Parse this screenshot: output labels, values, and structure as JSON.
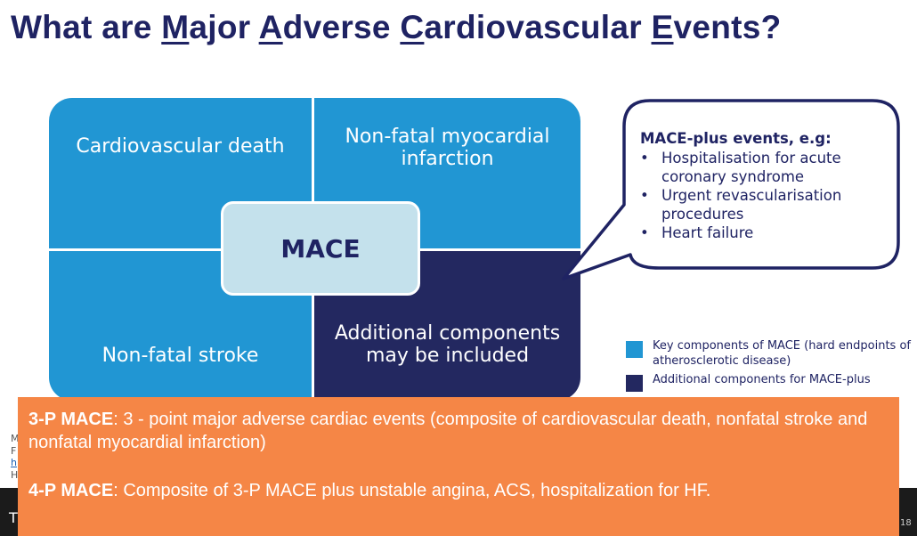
{
  "title": {
    "part1": "What are ",
    "letter_m": "M",
    "part2": "ajor ",
    "letter_a": "A",
    "part3": "dverse ",
    "letter_c": "C",
    "part4": "ardiovascular ",
    "letter_e": "E",
    "part5": "vents?"
  },
  "quadrants": {
    "top_left": "Cardiovascular death",
    "top_right": "Non-fatal myocardial infarction",
    "bottom_left": "Non-fatal stroke",
    "bottom_right": "Additional components may be included",
    "center": "MACE"
  },
  "callout": {
    "heading": "MACE-plus events, e.g:",
    "items": [
      "Hospitalisation for acute coronary syndrome",
      "Urgent revascularisation procedures",
      "Heart failure"
    ]
  },
  "legend": {
    "key": "Key components of MACE (hard endpoints of atherosclerotic disease)",
    "additional": "Additional components for MACE-plus"
  },
  "colors": {
    "title": "#1f2363",
    "light_blue": "#2196d3",
    "dark_navy": "#232860",
    "center_box": "#c4e1ec",
    "overlay": "#f58646"
  },
  "overlay": {
    "line1_bold": "3-P MACE",
    "line1_text": ": 3 - point major adverse cardiac events (composite of cardiovascular death, nonfatal stroke and nonfatal myocardial infarction)",
    "line2_bold": "4-P MACE",
    "line2_text": ": Composite of 3-P MACE plus unstable angina, ACS, hospitalization for HF."
  },
  "footer": {
    "left_letter": "T",
    "page_number": "18"
  },
  "side_fragments": [
    "M",
    "F",
    "h",
    "H"
  ]
}
